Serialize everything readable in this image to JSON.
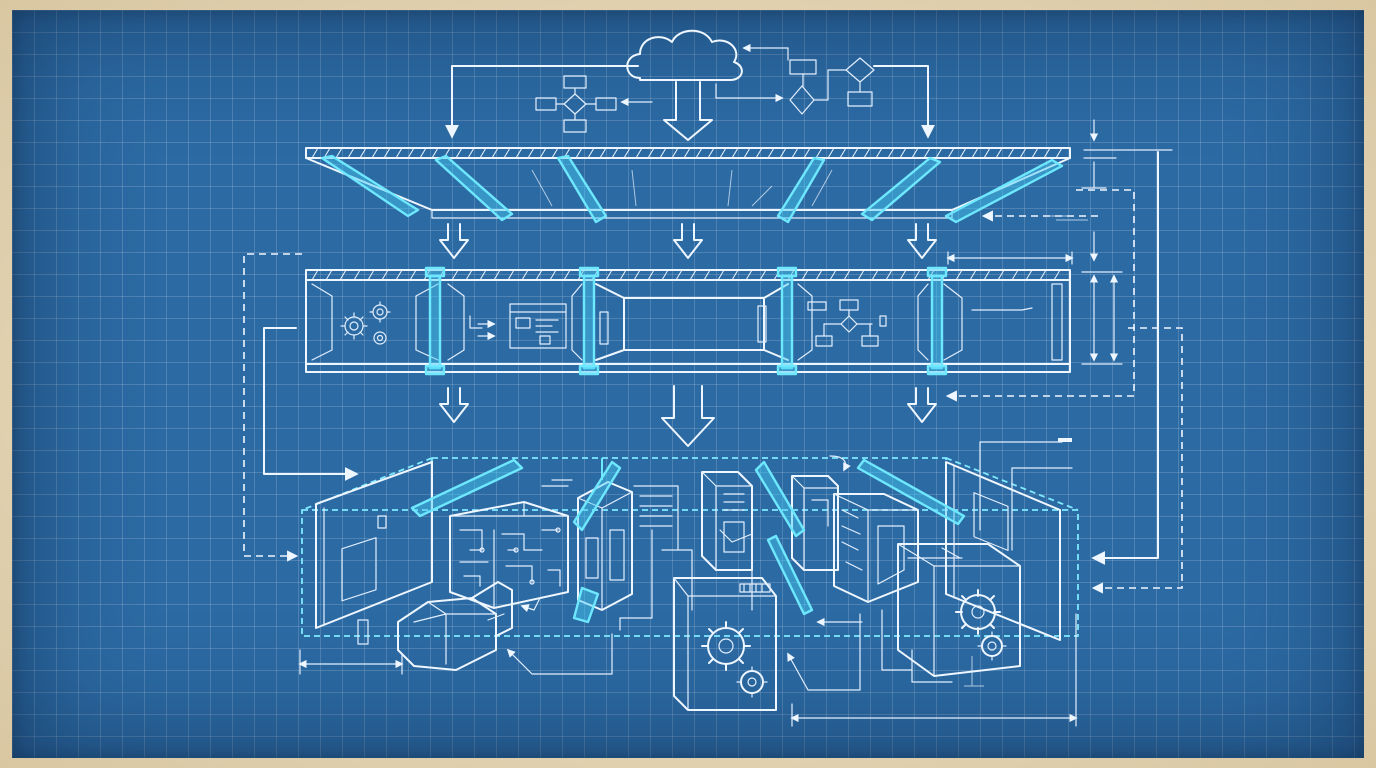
{
  "diagram": {
    "style": "blueprint",
    "colors": {
      "paper": "#e9dcc0",
      "sheet": "#2c6aa3",
      "grid": "#ffffff",
      "linework": "#eef6ff",
      "highlight": "#6ee8ff"
    },
    "icons": [
      "cloud-icon",
      "flowchart-icon",
      "gear-icon",
      "circuit-board-icon",
      "window-icon",
      "arrow-down-icon"
    ],
    "layers": [
      "top-beam-structure",
      "middle-hall-structure",
      "bottom-machinery-structure"
    ]
  }
}
